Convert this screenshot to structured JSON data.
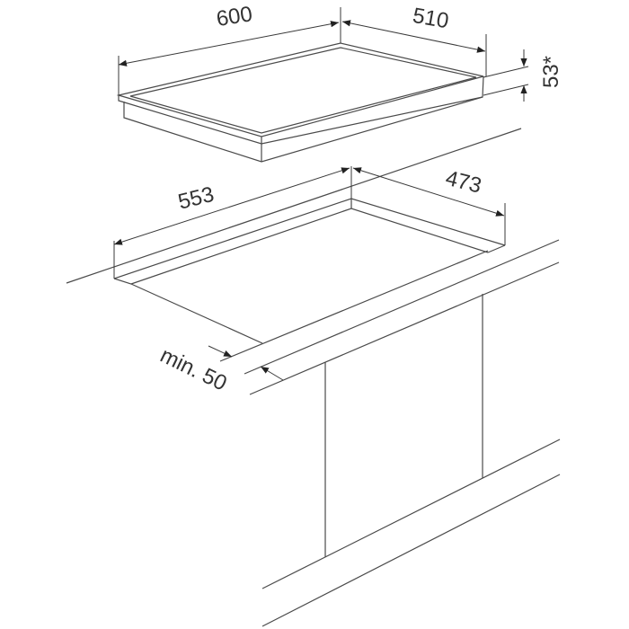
{
  "dimensions": {
    "hob_width": "600",
    "hob_depth": "510",
    "hob_height": "53*",
    "cutout_width": "553",
    "cutout_depth": "473",
    "min_front_distance": "min. 50"
  }
}
